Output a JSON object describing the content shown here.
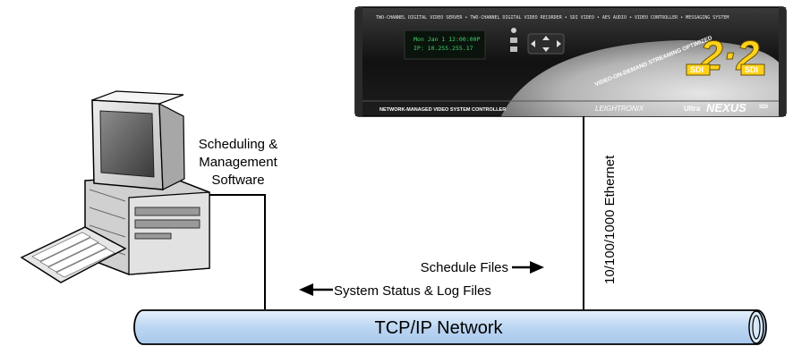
{
  "device": {
    "banner": "TWO-CHANNEL DIGITAL VIDEO SERVER • TWO-CHANNEL DIGITAL VIDEO RECORDER • SDI VIDEO • AES AUDIO • VIDEO CONTROLLER • MESSAGING SYSTEM",
    "display_line1": "Mon Jan 1 12:00:00P",
    "display_line2": "IP: 10.255.255.17",
    "curve_text": "VIDEO-ON-DEMAND STREAMING OPTIMIZED",
    "channel_badge": "2·2",
    "sdi_label_left": "SDI",
    "sdi_label_right": "SDI",
    "bottom_left": "NETWORK-MANAGED VIDEO SYSTEM CONTROLLER",
    "brand": "LEIGHTRONIX",
    "model_prefix": "Ultra",
    "model_name": "NEXUS",
    "model_suffix": "SDI"
  },
  "labels": {
    "software_line1": "Scheduling &",
    "software_line2": "Management",
    "software_line3": "Software",
    "ethernet": "10/100/1000 Ethernet",
    "schedule_files": "Schedule Files",
    "status_files": "System Status & Log Files",
    "network": "TCP/IP Network"
  },
  "colors": {
    "pipe_fill": "#cfe3f7",
    "device_body": "#1a1a1a",
    "display_text": "#3fd26b",
    "badge_yellow": "#ffd21a"
  }
}
